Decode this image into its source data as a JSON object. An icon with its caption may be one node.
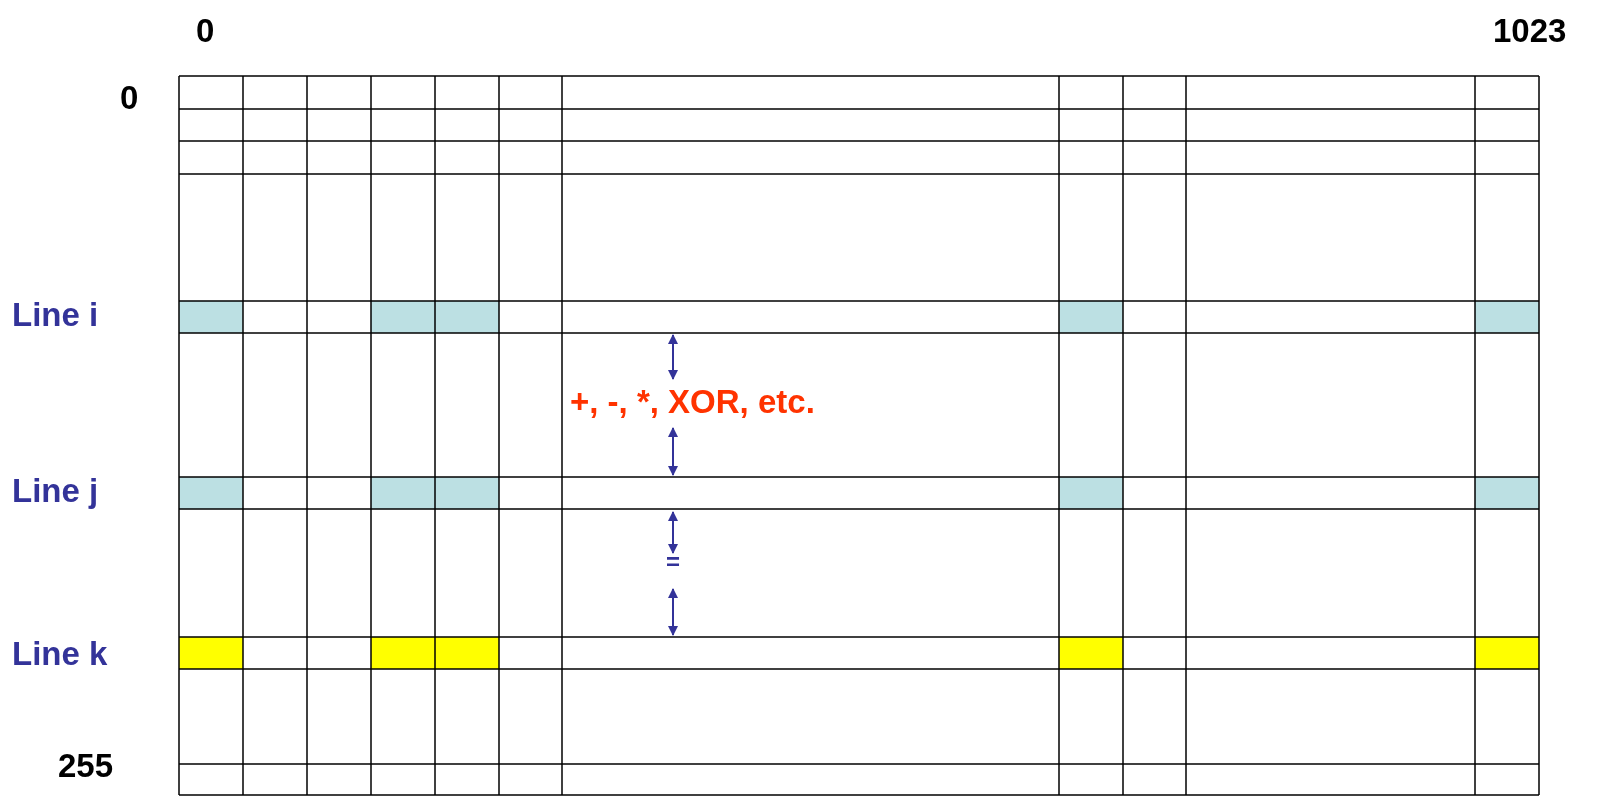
{
  "diagram": {
    "labels": [
      "0",
      "1023",
      "0",
      "Line i",
      "Line j",
      "Line k",
      "255",
      "+, -, *, XOR, etc.",
      "="
    ]
  }
}
